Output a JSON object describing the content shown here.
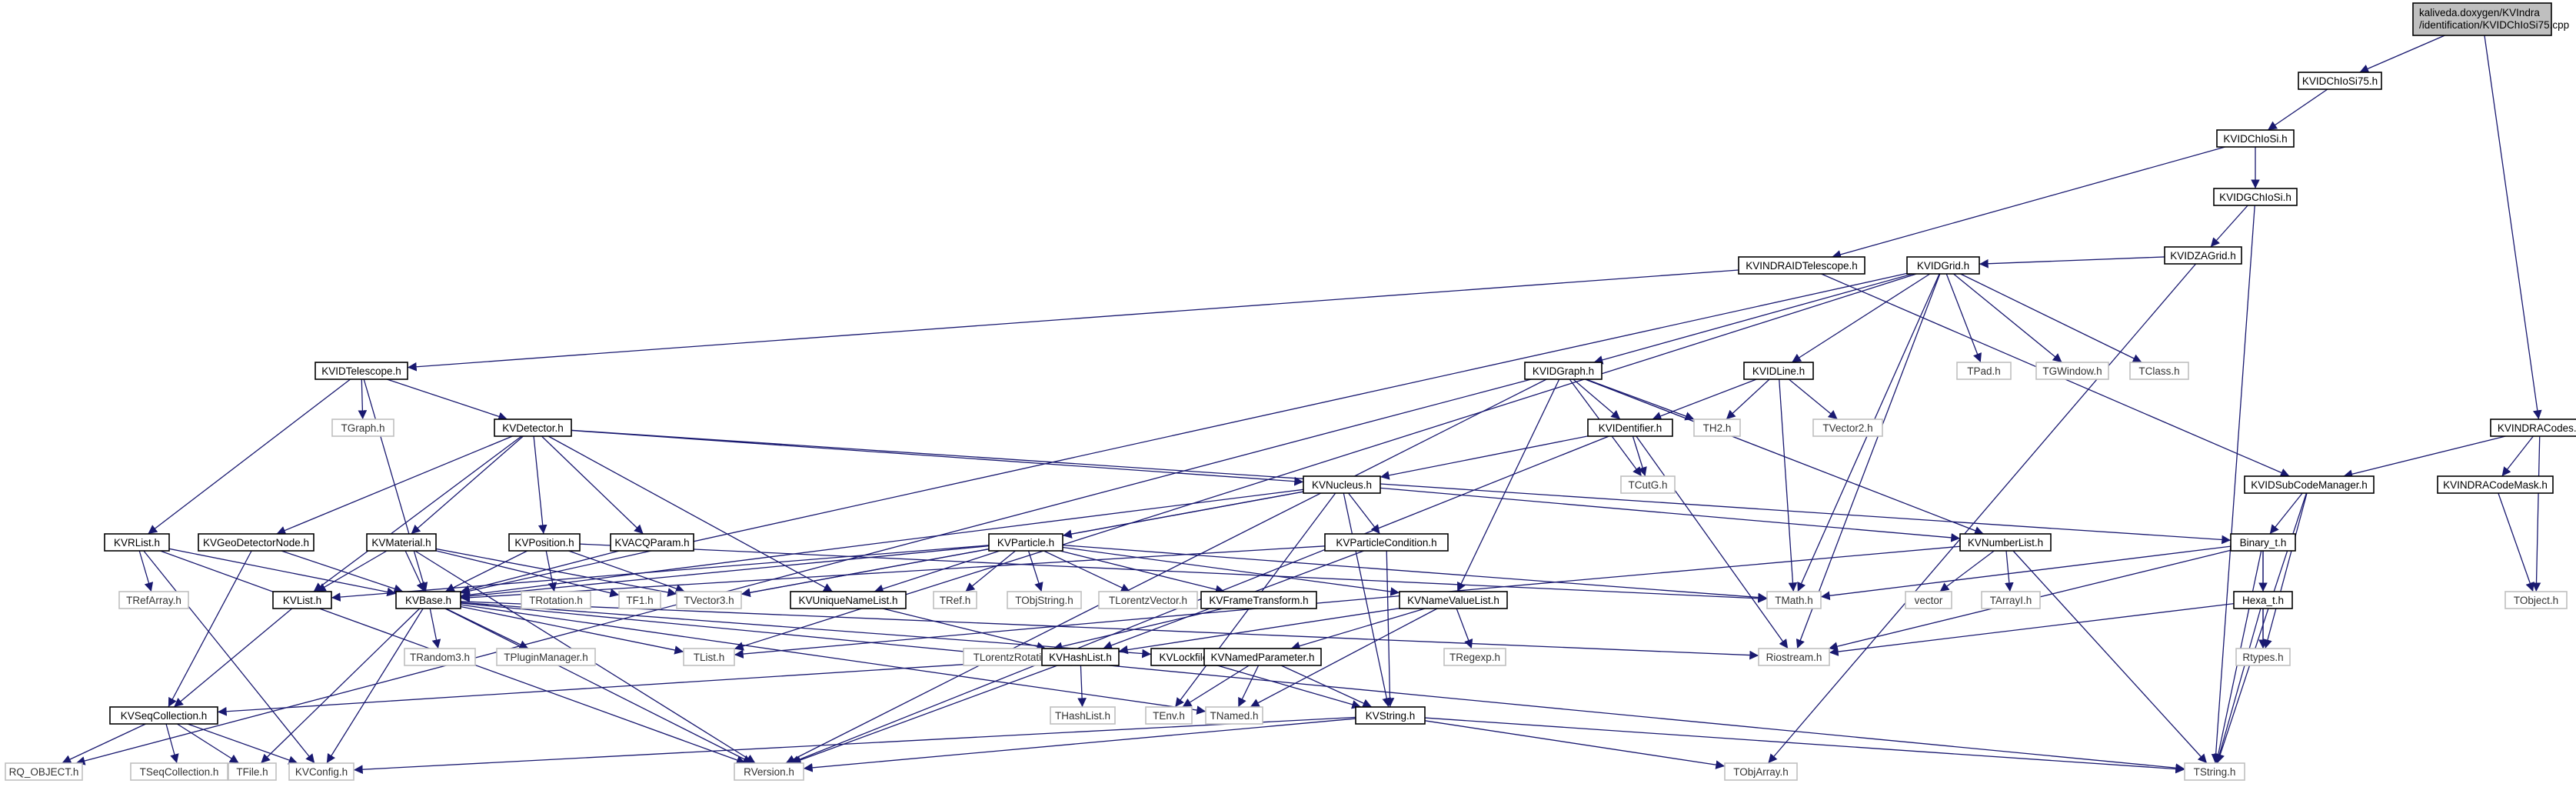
{
  "graph": {
    "root": "KVIDChIoSi75.cpp",
    "root_path": [
      "kaliveda.doxygen/KVIndra",
      "/identification/KVIDChIoSi75.cpp"
    ],
    "nodes": [
      {
        "id": "root",
        "label": "kaliveda.doxygen/KVIndra/identification/KVIDChIoSi75.cpp",
        "root": true,
        "link": false
      },
      {
        "id": "KVIDChIoSi75.h",
        "label": "KVIDChIoSi75.h",
        "link": true
      },
      {
        "id": "KVIDChIoSi.h",
        "label": "KVIDChIoSi.h",
        "link": true
      },
      {
        "id": "KVIDGChIoSi.h",
        "label": "KVIDGChIoSi.h",
        "link": true
      },
      {
        "id": "KVIDZAGrid.h",
        "label": "KVIDZAGrid.h",
        "link": true
      },
      {
        "id": "KVINDRAIDTelescope.h",
        "label": "KVINDRAIDTelescope.h",
        "link": true
      },
      {
        "id": "KVIDGrid.h",
        "label": "KVIDGrid.h",
        "link": true
      },
      {
        "id": "KVIDTelescope.h",
        "label": "KVIDTelescope.h",
        "link": true
      },
      {
        "id": "KVIDGraph.h",
        "label": "KVIDGraph.h",
        "link": true
      },
      {
        "id": "KVIDLine.h",
        "label": "KVIDLine.h",
        "link": true
      },
      {
        "id": "TPad.h",
        "label": "TPad.h",
        "link": false
      },
      {
        "id": "TGWindow.h",
        "label": "TGWindow.h",
        "link": false
      },
      {
        "id": "TClass.h",
        "label": "TClass.h",
        "link": false
      },
      {
        "id": "TGraph.h",
        "label": "TGraph.h",
        "link": false
      },
      {
        "id": "KVDetector.h",
        "label": "KVDetector.h",
        "link": true
      },
      {
        "id": "KVIDentifier.h",
        "label": "KVIDentifier.h",
        "link": true
      },
      {
        "id": "TH2.h",
        "label": "TH2.h",
        "link": false
      },
      {
        "id": "TVector2.h",
        "label": "TVector2.h",
        "link": false
      },
      {
        "id": "KVINDRACodes.h",
        "label": "KVINDRACodes.h",
        "link": true
      },
      {
        "id": "TCutG.h",
        "label": "TCutG.h",
        "link": false
      },
      {
        "id": "KVNucleus.h",
        "label": "KVNucleus.h",
        "link": true
      },
      {
        "id": "KVIDSubCodeManager.h",
        "label": "KVIDSubCodeManager.h",
        "link": true
      },
      {
        "id": "KVINDRACodeMask.h",
        "label": "KVINDRACodeMask.h",
        "link": true
      },
      {
        "id": "KVRList.h",
        "label": "KVRList.h",
        "link": true
      },
      {
        "id": "KVGeoDetectorNode.h",
        "label": "KVGeoDetectorNode.h",
        "link": true
      },
      {
        "id": "KVMaterial.h",
        "label": "KVMaterial.h",
        "link": true
      },
      {
        "id": "KVPosition.h",
        "label": "KVPosition.h",
        "link": true
      },
      {
        "id": "KVACQParam.h",
        "label": "KVACQParam.h",
        "link": true
      },
      {
        "id": "KVParticle.h",
        "label": "KVParticle.h",
        "link": true
      },
      {
        "id": "KVParticleCondition.h",
        "label": "KVParticleCondition.h",
        "link": true
      },
      {
        "id": "KVNumberList.h",
        "label": "KVNumberList.h",
        "link": true
      },
      {
        "id": "Binary_t.h",
        "label": "Binary_t.h",
        "link": true
      },
      {
        "id": "TRefArray.h",
        "label": "TRefArray.h",
        "link": false
      },
      {
        "id": "KVList.h",
        "label": "KVList.h",
        "link": true
      },
      {
        "id": "KVBase.h",
        "label": "KVBase.h",
        "link": true
      },
      {
        "id": "TRotation.h",
        "label": "TRotation.h",
        "link": false
      },
      {
        "id": "TF1.h",
        "label": "TF1.h",
        "link": false
      },
      {
        "id": "TVector3.h",
        "label": "TVector3.h",
        "link": false
      },
      {
        "id": "KVUniqueNameList.h",
        "label": "KVUniqueNameList.h",
        "link": true
      },
      {
        "id": "TRef.h",
        "label": "TRef.h",
        "link": false
      },
      {
        "id": "TObjString.h",
        "label": "TObjString.h",
        "link": false
      },
      {
        "id": "TLorentzVector.h",
        "label": "TLorentzVector.h",
        "link": false
      },
      {
        "id": "KVFrameTransform.h",
        "label": "KVFrameTransform.h",
        "link": true
      },
      {
        "id": "KVNameValueList.h",
        "label": "KVNameValueList.h",
        "link": true
      },
      {
        "id": "TMath.h",
        "label": "TMath.h",
        "link": false
      },
      {
        "id": "vector",
        "label": "vector",
        "link": false
      },
      {
        "id": "TArrayI.h",
        "label": "TArrayI.h",
        "link": false
      },
      {
        "id": "Hexa_t.h",
        "label": "Hexa_t.h",
        "link": true
      },
      {
        "id": "TObject.h",
        "label": "TObject.h",
        "link": false
      },
      {
        "id": "TRandom3.h",
        "label": "TRandom3.h",
        "link": false
      },
      {
        "id": "TPluginManager.h",
        "label": "TPluginManager.h",
        "link": false
      },
      {
        "id": "TList.h",
        "label": "TList.h",
        "link": false
      },
      {
        "id": "TLorentzRotation.h",
        "label": "TLorentzRotation.h",
        "link": false
      },
      {
        "id": "KVHashList.h",
        "label": "KVHashList.h",
        "link": true
      },
      {
        "id": "KVLockfile.h",
        "label": "KVLockfile.h",
        "link": true
      },
      {
        "id": "TRegexp.h",
        "label": "TRegexp.h",
        "link": false
      },
      {
        "id": "Riostream.h",
        "label": "Riostream.h",
        "link": false
      },
      {
        "id": "Rtypes.h",
        "label": "Rtypes.h",
        "link": false
      },
      {
        "id": "KVSeqCollection.h",
        "label": "KVSeqCollection.h",
        "link": true
      },
      {
        "id": "THashList.h",
        "label": "THashList.h",
        "link": false
      },
      {
        "id": "KVNamedParameter.h",
        "label": "KVNamedParameter.h",
        "link": true
      },
      {
        "id": "TNamed.h",
        "label": "TNamed.h",
        "link": false
      },
      {
        "id": "TEnv.h",
        "label": "TEnv.h",
        "link": false
      },
      {
        "id": "KVString.h",
        "label": "KVString.h",
        "link": true
      },
      {
        "id": "RQ_OBJECT.h",
        "label": "RQ_OBJECT.h",
        "link": false
      },
      {
        "id": "TSeqCollection.h",
        "label": "TSeqCollection.h",
        "link": false
      },
      {
        "id": "TFile.h",
        "label": "TFile.h",
        "link": false
      },
      {
        "id": "KVConfig.h",
        "label": "KVConfig.h",
        "link": false
      },
      {
        "id": "RVersion.h",
        "label": "RVersion.h",
        "link": false
      },
      {
        "id": "TObjArray.h",
        "label": "TObjArray.h",
        "link": false
      },
      {
        "id": "TString.h",
        "label": "TString.h",
        "link": false
      }
    ],
    "edges": [
      [
        "root",
        "KVIDChIoSi75.h"
      ],
      [
        "root",
        "KVINDRACodes.h"
      ],
      [
        "KVIDChIoSi75.h",
        "KVIDChIoSi.h"
      ],
      [
        "KVIDChIoSi.h",
        "KVIDGChIoSi.h"
      ],
      [
        "KVIDChIoSi.h",
        "KVINDRAIDTelescope.h"
      ],
      [
        "KVIDGChIoSi.h",
        "KVIDZAGrid.h"
      ],
      [
        "KVIDGChIoSi.h",
        "TString.h"
      ],
      [
        "KVIDZAGrid.h",
        "KVIDGrid.h"
      ],
      [
        "KVIDZAGrid.h",
        "TObjArray.h"
      ],
      [
        "KVINDRAIDTelescope.h",
        "KVIDTelescope.h"
      ],
      [
        "KVINDRAIDTelescope.h",
        "KVIDSubCodeManager.h"
      ],
      [
        "KVIDGrid.h",
        "KVIDGraph.h"
      ],
      [
        "KVIDGrid.h",
        "KVIDLine.h"
      ],
      [
        "KVIDGrid.h",
        "TPad.h"
      ],
      [
        "KVIDGrid.h",
        "TGWindow.h"
      ],
      [
        "KVIDGrid.h",
        "TClass.h"
      ],
      [
        "KVIDGrid.h",
        "TMath.h"
      ],
      [
        "KVIDGrid.h",
        "Riostream.h"
      ],
      [
        "KVIDGrid.h",
        "TList.h"
      ],
      [
        "KVIDGrid.h",
        "KVBase.h"
      ],
      [
        "KVIDTelescope.h",
        "TGraph.h"
      ],
      [
        "KVIDTelescope.h",
        "KVDetector.h"
      ],
      [
        "KVIDTelescope.h",
        "KVRList.h"
      ],
      [
        "KVIDTelescope.h",
        "KVBase.h"
      ],
      [
        "KVIDGraph.h",
        "KVIDentifier.h"
      ],
      [
        "KVIDGraph.h",
        "TH2.h"
      ],
      [
        "KVIDGraph.h",
        "TCutG.h"
      ],
      [
        "KVIDGraph.h",
        "KVNumberList.h"
      ],
      [
        "KVIDGraph.h",
        "KVNameValueList.h"
      ],
      [
        "KVIDGraph.h",
        "RQ_OBJECT.h"
      ],
      [
        "KVIDGraph.h",
        "RVersion.h"
      ],
      [
        "KVIDLine.h",
        "KVIDentifier.h"
      ],
      [
        "KVIDLine.h",
        "TVector2.h"
      ],
      [
        "KVIDLine.h",
        "TH2.h"
      ],
      [
        "KVIDLine.h",
        "TMath.h"
      ],
      [
        "KVIDentifier.h",
        "TCutG.h"
      ],
      [
        "KVIDentifier.h",
        "KVNucleus.h"
      ],
      [
        "KVIDentifier.h",
        "Riostream.h"
      ],
      [
        "KVIDentifier.h",
        "RVersion.h"
      ],
      [
        "KVDetector.h",
        "KVNucleus.h"
      ],
      [
        "KVDetector.h",
        "KVGeoDetectorNode.h"
      ],
      [
        "KVDetector.h",
        "KVMaterial.h"
      ],
      [
        "KVDetector.h",
        "KVPosition.h"
      ],
      [
        "KVDetector.h",
        "KVACQParam.h"
      ],
      [
        "KVDetector.h",
        "KVList.h"
      ],
      [
        "KVDetector.h",
        "KVUniqueNameList.h"
      ],
      [
        "KVDetector.h",
        "Binary_t.h"
      ],
      [
        "KVNucleus.h",
        "KVParticle.h"
      ],
      [
        "KVNucleus.h",
        "KVParticleCondition.h"
      ],
      [
        "KVNucleus.h",
        "KVNumberList.h"
      ],
      [
        "KVNucleus.h",
        "TVector3.h"
      ],
      [
        "KVNucleus.h",
        "KVString.h"
      ],
      [
        "KVNucleus.h",
        "TEnv.h"
      ],
      [
        "KVNucleus.h",
        "KVBase.h"
      ],
      [
        "KVINDRACodes.h",
        "KVIDSubCodeManager.h"
      ],
      [
        "KVINDRACodes.h",
        "KVINDRACodeMask.h"
      ],
      [
        "KVINDRACodes.h",
        "TObject.h"
      ],
      [
        "KVIDSubCodeManager.h",
        "Binary_t.h"
      ],
      [
        "KVIDSubCodeManager.h",
        "Rtypes.h"
      ],
      [
        "KVIDSubCodeManager.h",
        "TString.h"
      ],
      [
        "KVINDRACodeMask.h",
        "TObject.h"
      ],
      [
        "KVRList.h",
        "TRefArray.h"
      ],
      [
        "KVRList.h",
        "KVBase.h"
      ],
      [
        "KVRList.h",
        "KVConfig.h"
      ],
      [
        "KVRList.h",
        "RVersion.h"
      ],
      [
        "KVGeoDetectorNode.h",
        "KVBase.h"
      ],
      [
        "KVGeoDetectorNode.h",
        "KVSeqCollection.h"
      ],
      [
        "KVMaterial.h",
        "KVList.h"
      ],
      [
        "KVMaterial.h",
        "KVBase.h"
      ],
      [
        "KVMaterial.h",
        "TF1.h"
      ],
      [
        "KVMaterial.h",
        "TVector3.h"
      ],
      [
        "KVMaterial.h",
        "RVersion.h"
      ],
      [
        "KVPosition.h",
        "KVBase.h"
      ],
      [
        "KVPosition.h",
        "TRotation.h"
      ],
      [
        "KVPosition.h",
        "TVector3.h"
      ],
      [
        "KVPosition.h",
        "TMath.h"
      ],
      [
        "KVACQParam.h",
        "KVBase.h"
      ],
      [
        "KVParticle.h",
        "KVList.h"
      ],
      [
        "KVParticle.h",
        "KVBase.h"
      ],
      [
        "KVParticle.h",
        "TVector3.h"
      ],
      [
        "KVParticle.h",
        "KVUniqueNameList.h"
      ],
      [
        "KVParticle.h",
        "TRef.h"
      ],
      [
        "KVParticle.h",
        "TObjString.h"
      ],
      [
        "KVParticle.h",
        "TLorentzVector.h"
      ],
      [
        "KVParticle.h",
        "KVFrameTransform.h"
      ],
      [
        "KVParticle.h",
        "KVNameValueList.h"
      ],
      [
        "KVParticle.h",
        "TMath.h"
      ],
      [
        "KVParticleCondition.h",
        "KVBase.h"
      ],
      [
        "KVParticleCondition.h",
        "KVHashList.h"
      ],
      [
        "KVParticleCondition.h",
        "KVString.h"
      ],
      [
        "KVNumberList.h",
        "vector"
      ],
      [
        "KVNumberList.h",
        "TArrayI.h"
      ],
      [
        "KVNumberList.h",
        "TString.h"
      ],
      [
        "KVNumberList.h",
        "TList.h"
      ],
      [
        "Binary_t.h",
        "Hexa_t.h"
      ],
      [
        "Binary_t.h",
        "TMath.h"
      ],
      [
        "Binary_t.h",
        "Riostream.h"
      ],
      [
        "Binary_t.h",
        "Rtypes.h"
      ],
      [
        "Binary_t.h",
        "TString.h"
      ],
      [
        "KVList.h",
        "KVSeqCollection.h"
      ],
      [
        "KVBase.h",
        "TRandom3.h"
      ],
      [
        "KVBase.h",
        "TPluginManager.h"
      ],
      [
        "KVBase.h",
        "TList.h"
      ],
      [
        "KVBase.h",
        "KVLockfile.h"
      ],
      [
        "KVBase.h",
        "KVConfig.h"
      ],
      [
        "KVBase.h",
        "RVersion.h"
      ],
      [
        "KVBase.h",
        "TFile.h"
      ],
      [
        "KVBase.h",
        "TNamed.h"
      ],
      [
        "KVBase.h",
        "TString.h"
      ],
      [
        "KVBase.h",
        "Riostream.h"
      ],
      [
        "KVUniqueNameList.h",
        "KVHashList.h"
      ],
      [
        "KVFrameTransform.h",
        "TLorentzRotation.h"
      ],
      [
        "KVNameValueList.h",
        "KVNamedParameter.h"
      ],
      [
        "KVNameValueList.h",
        "TRegexp.h"
      ],
      [
        "KVNameValueList.h",
        "KVHashList.h"
      ],
      [
        "KVNameValueList.h",
        "TNamed.h"
      ],
      [
        "Hexa_t.h",
        "Riostream.h"
      ],
      [
        "Hexa_t.h",
        "Rtypes.h"
      ],
      [
        "Hexa_t.h",
        "TString.h"
      ],
      [
        "KVHashList.h",
        "THashList.h"
      ],
      [
        "KVHashList.h",
        "KVSeqCollection.h"
      ],
      [
        "KVHashList.h",
        "RVersion.h"
      ],
      [
        "KVLockfile.h",
        "KVString.h"
      ],
      [
        "KVNamedParameter.h",
        "TEnv.h"
      ],
      [
        "KVNamedParameter.h",
        "TNamed.h"
      ],
      [
        "KVNamedParameter.h",
        "KVString.h"
      ],
      [
        "KVSeqCollection.h",
        "RQ_OBJECT.h"
      ],
      [
        "KVSeqCollection.h",
        "TSeqCollection.h"
      ],
      [
        "KVSeqCollection.h",
        "TFile.h"
      ],
      [
        "KVSeqCollection.h",
        "KVConfig.h"
      ],
      [
        "KVString.h",
        "KVConfig.h"
      ],
      [
        "KVString.h",
        "RVersion.h"
      ],
      [
        "KVString.h",
        "TObjArray.h"
      ],
      [
        "KVString.h",
        "TString.h"
      ]
    ]
  }
}
